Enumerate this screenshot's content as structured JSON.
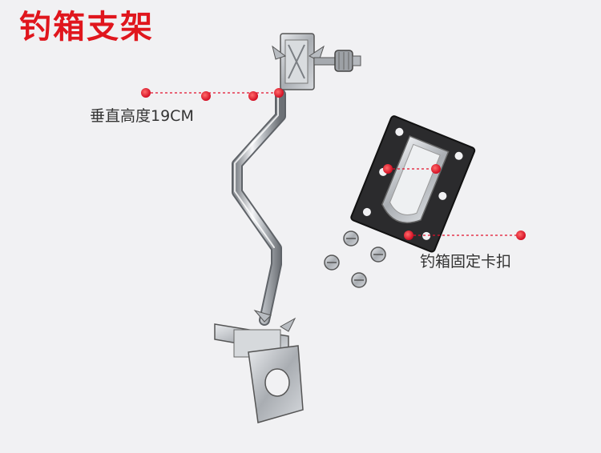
{
  "title": "钓箱支架",
  "annotations": {
    "height_label": "垂直高度19CM",
    "buckle_label": "钓箱固定卡扣"
  },
  "colors": {
    "title": "#e0161d",
    "marker": "#e3102b",
    "background": "#f1f1f3"
  },
  "icons": {
    "marker": "red-dot-marker-icon"
  }
}
